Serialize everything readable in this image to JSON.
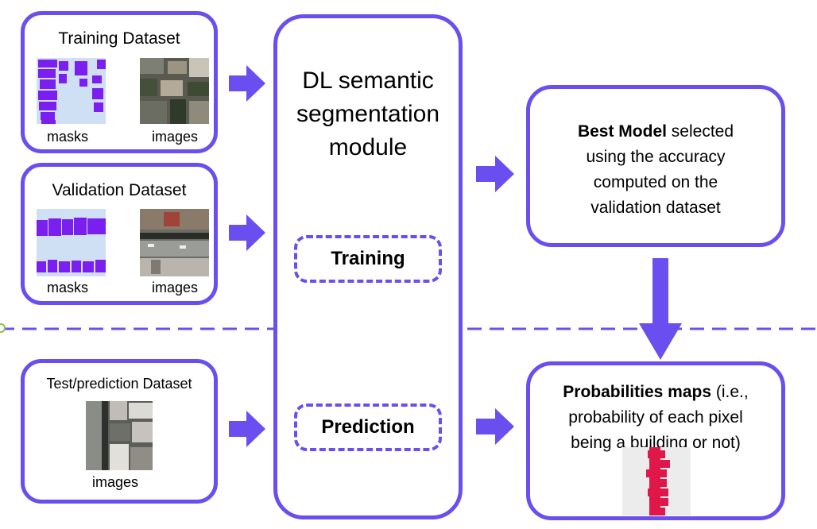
{
  "training": {
    "title": "Training Dataset",
    "masks_label": "masks",
    "images_label": "images"
  },
  "validation": {
    "title": "Validation Dataset",
    "masks_label": "masks",
    "images_label": "images"
  },
  "test": {
    "title": "Test/prediction Dataset",
    "images_label": "images"
  },
  "module": {
    "line1": "DL semantic",
    "line2": "segmentation",
    "line3": "module",
    "training_label": "Training",
    "prediction_label": "Prediction"
  },
  "best_model": {
    "bold": "Best Model",
    "rest_line1": " selected",
    "line2": "using the accuracy",
    "line3": "computed on the",
    "line4": "validation dataset"
  },
  "probabilities": {
    "bold": "Probabilities maps",
    "rest_line1": " (i.e.,",
    "line2": "probability of each pixel",
    "line3": "being a building or not)"
  },
  "colors": {
    "accent": "#6b4ef0",
    "mask_bg": "#cfe0f5",
    "mask_fg": "#7a1ff0",
    "prob_fg": "#e0184a"
  },
  "icons": {
    "arrow": "right-arrow-icon",
    "down_arrow": "down-arrow-icon"
  }
}
